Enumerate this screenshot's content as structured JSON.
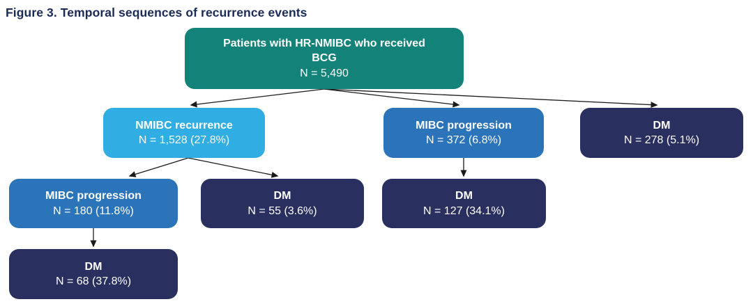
{
  "figure_title": "Figure 3. Temporal sequences of recurrence events",
  "colors": {
    "title_text": "#1B2B58",
    "teal": "#138379",
    "light_blue": "#30AEE4",
    "blue": "#2B74B9",
    "navy": "#293060",
    "box_text": "#FFFFFF",
    "arrow": "#1A1A1A"
  },
  "nodes": {
    "root": {
      "title": "Patients with HR-NMIBC who received BCG",
      "value": "N = 5,490"
    },
    "nmibc_recurrence": {
      "title": "NMIBC recurrence",
      "value": "N = 1,528 (27.8%)"
    },
    "mibc_progression_top": {
      "title": "MIBC progression",
      "value": "N = 372 (6.8%)"
    },
    "dm_top": {
      "title": "DM",
      "value": "N = 278 (5.1%)"
    },
    "mibc_progression_after_recurrence": {
      "title": "MIBC progression",
      "value": "N = 180 (11.8%)"
    },
    "dm_after_recurrence": {
      "title": "DM",
      "value": "N = 55 (3.6%)"
    },
    "dm_after_progression": {
      "title": "DM",
      "value": "N = 127 (34.1%)"
    },
    "dm_after_recurrence_progression": {
      "title": "DM",
      "value": "N = 68 (37.8%)"
    }
  },
  "edges": [
    {
      "from": "root",
      "to": "nmibc_recurrence"
    },
    {
      "from": "root",
      "to": "mibc_progression_top"
    },
    {
      "from": "root",
      "to": "dm_top"
    },
    {
      "from": "nmibc_recurrence",
      "to": "mibc_progression_after_recurrence"
    },
    {
      "from": "nmibc_recurrence",
      "to": "dm_after_recurrence"
    },
    {
      "from": "mibc_progression_top",
      "to": "dm_after_progression"
    },
    {
      "from": "mibc_progression_after_recurrence",
      "to": "dm_after_recurrence_progression"
    }
  ]
}
